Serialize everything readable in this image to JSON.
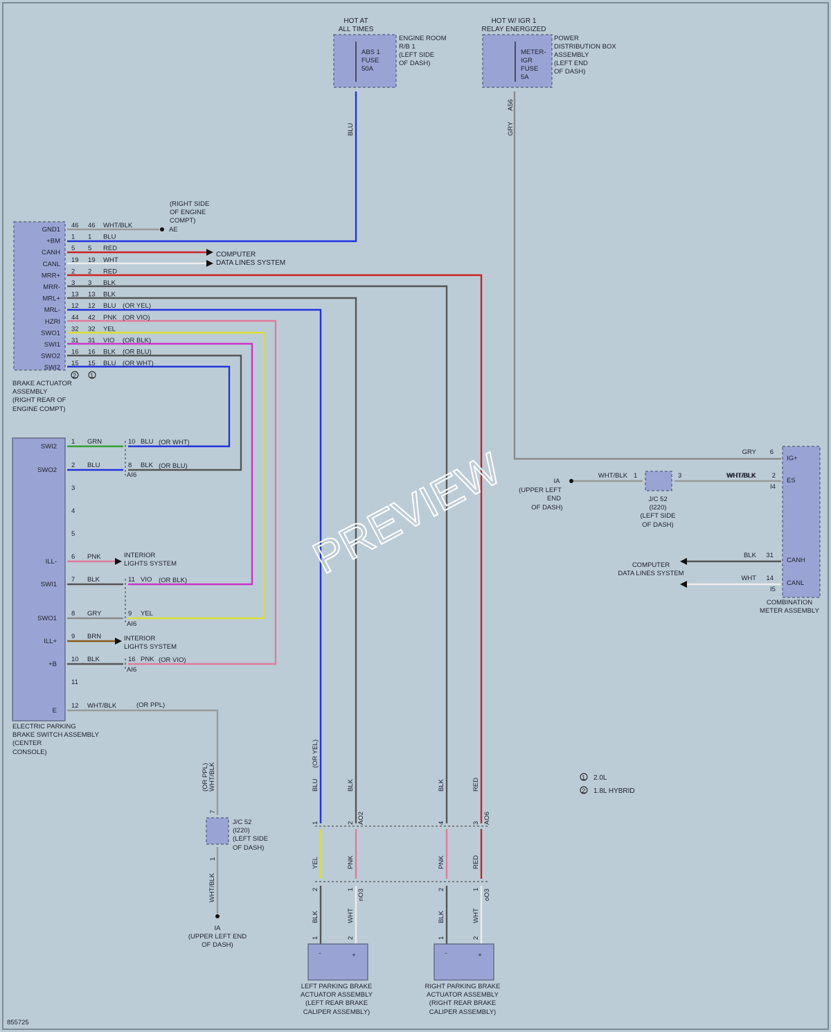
{
  "fuses": {
    "abs": {
      "supply": [
        "HOT AT",
        "ALL TIMES"
      ],
      "label": [
        "ABS 1",
        "FUSE",
        "50A"
      ],
      "location": [
        "ENGINE ROOM",
        "R/B 1",
        "(LEFT SIDE",
        "OF DASH)"
      ]
    },
    "meter": {
      "supply": [
        "HOT W/ IGR 1",
        "RELAY ENERGIZED"
      ],
      "label": [
        "METER-",
        "IGR",
        "FUSE",
        "5A"
      ],
      "location": [
        "POWER",
        "DISTRIBUTION BOX",
        "ASSEMBLY",
        "(LEFT END",
        "OF DASH)"
      ],
      "connector": "A56"
    }
  },
  "brake_actuator": {
    "terminals": [
      "GND1",
      "+BM",
      "CANH",
      "CANL",
      "MRR+",
      "MRR-",
      "MRL+",
      "MRL-",
      "HZRI",
      "SWO1",
      "SWI1",
      "SWO2",
      "SWI2"
    ],
    "pins": [
      {
        "a": "46",
        "b": "46",
        "color": "WHT/BLK",
        "alt": ""
      },
      {
        "a": "1",
        "b": "1",
        "color": "BLU",
        "alt": ""
      },
      {
        "a": "5",
        "b": "5",
        "color": "RED",
        "alt": ""
      },
      {
        "a": "19",
        "b": "19",
        "color": "WHT",
        "alt": ""
      },
      {
        "a": "2",
        "b": "2",
        "color": "RED",
        "alt": ""
      },
      {
        "a": "3",
        "b": "3",
        "color": "BLK",
        "alt": ""
      },
      {
        "a": "13",
        "b": "13",
        "color": "BLK",
        "alt": ""
      },
      {
        "a": "12",
        "b": "12",
        "color": "BLU",
        "alt": "(OR YEL)"
      },
      {
        "a": "44",
        "b": "42",
        "color": "PNK",
        "alt": "(OR VIO)"
      },
      {
        "a": "32",
        "b": "32",
        "color": "YEL",
        "alt": ""
      },
      {
        "a": "31",
        "b": "31",
        "color": "VIO",
        "alt": "(OR BLK)"
      },
      {
        "a": "16",
        "b": "16",
        "color": "BLK",
        "alt": "(OR BLU)"
      },
      {
        "a": "15",
        "b": "15",
        "color": "BLU",
        "alt": "(OR WHT)"
      }
    ],
    "name": [
      "BRAKE ACTUATOR",
      "ASSEMBLY",
      "(RIGHT REAR OF",
      "ENGINE COMPT)"
    ],
    "variant_marks": [
      "2",
      "1"
    ]
  },
  "ground_ae": {
    "label": "AE",
    "location": [
      "(RIGHT SIDE",
      "OF ENGINE",
      "COMPT)"
    ]
  },
  "computer_data_lines": [
    "COMPUTER",
    "DATA LINES SYSTEM"
  ],
  "epb_switch": {
    "terminals": [
      "SWI2",
      "SWO2",
      "",
      "",
      "",
      "ILL-",
      "SWI1",
      "SWO1",
      "ILL+",
      "+B",
      "",
      "E"
    ],
    "pins": [
      {
        "pin": "1",
        "color": "GRN"
      },
      {
        "pin": "2",
        "color": "BLU"
      },
      {
        "pin": "3",
        "color": ""
      },
      {
        "pin": "4",
        "color": ""
      },
      {
        "pin": "5",
        "color": ""
      },
      {
        "pin": "6",
        "color": "PNK"
      },
      {
        "pin": "7",
        "color": "BLK"
      },
      {
        "pin": "8",
        "color": "GRY"
      },
      {
        "pin": "9",
        "color": "BRN"
      },
      {
        "pin": "10",
        "color": "BLK"
      },
      {
        "pin": "11",
        "color": ""
      },
      {
        "pin": "12",
        "color": "WHT/BLK"
      }
    ],
    "ground_alt": "(OR PPL)",
    "name": [
      "ELECTRIC PARKING",
      "BRAKE SWITCH ASSEMBLY",
      "(CENTER",
      "CONSOLE)"
    ]
  },
  "ai6_joints": [
    {
      "pin": "10",
      "color": "BLU",
      "alt": "(OR WHT)"
    },
    {
      "pin": "8",
      "color": "BLK",
      "alt": "(OR BLU)"
    },
    {
      "pin": "11",
      "color": "VIO",
      "alt": "(OR BLK)"
    },
    {
      "pin": "9",
      "color": "YEL",
      "alt": ""
    },
    {
      "pin": "16",
      "color": "PNK",
      "alt": "(OR VIO)"
    }
  ],
  "connector_ai6": "AI6",
  "interior_lights": [
    "INTERIOR",
    "LIGHTS SYSTEM"
  ],
  "combination_meter": {
    "terminals": [
      "IG+",
      "ES",
      "CANH",
      "CANL"
    ],
    "pins": [
      {
        "pin": "6",
        "color": "GRY"
      },
      {
        "pin": "2",
        "color": "WHT/BLK"
      },
      {
        "pin": "31",
        "color": "BLK"
      },
      {
        "pin": "14",
        "color": "WHT"
      }
    ],
    "connectors": [
      "I4",
      "I5"
    ],
    "name": [
      "COMBINATION",
      "METER ASSEMBLY"
    ]
  },
  "jc52": {
    "name": [
      "J/C 52",
      "(I220)",
      "(LEFT SIDE",
      "OF DASH)"
    ],
    "pins_top": [
      "1",
      "3"
    ],
    "pins_bottom": [
      "7",
      "1"
    ]
  },
  "ground_ia": {
    "label": "IA",
    "location": [
      "(UPPER LEFT",
      "END",
      "OF DASH)"
    ],
    "location_bottom": [
      "(UPPER LEFT END",
      "OF DASH)"
    ]
  },
  "vertical_labels": {
    "blu_fuse": "BLU",
    "gry_meter": "GRY",
    "whtblk_meter": "WHT/BLK",
    "left_upper": [
      "BLU",
      "(OR YEL)",
      "BLK"
    ],
    "right_upper": [
      "BLK",
      "RED"
    ],
    "left_mid": [
      "YEL",
      "PNK"
    ],
    "right_mid": [
      "PNK",
      "RED"
    ],
    "left_low": [
      "BLK",
      "WHT"
    ],
    "right_low": [
      "BLK",
      "WHT"
    ],
    "epb_ground": [
      "(OR PPL)",
      "WHT/BLK"
    ],
    "ia_ground": "WHT/BLK"
  },
  "pin_labels": {
    "left_upper": [
      "1",
      "2"
    ],
    "right_upper": [
      "4",
      "3"
    ],
    "left_low": [
      "2",
      "1"
    ],
    "right_low": [
      "2",
      "1"
    ],
    "left_act": [
      "1",
      "2"
    ],
    "right_act": [
      "1",
      "2"
    ]
  },
  "connector_labels": {
    "ao2": "AO2",
    "ao6": "AO6",
    "no3": "nO3",
    "oo3": "oO3"
  },
  "actuators": {
    "left": {
      "name": [
        "LEFT PARKING BRAKE",
        "ACTUATOR ASSEMBLY",
        "(LEFT REAR BRAKE",
        "CALIPER ASSEMBLY)"
      ],
      "terminals": [
        "-",
        "+"
      ]
    },
    "right": {
      "name": [
        "RIGHT PARKING BRAKE",
        "ACTUATOR ASSEMBLY",
        "(RIGHT REAR BRAKE",
        "CALIPER ASSEMBLY)"
      ],
      "terminals": [
        "-",
        "+"
      ]
    }
  },
  "legend": [
    {
      "mark": "1",
      "text": "2.0L"
    },
    {
      "mark": "2",
      "text": "1.8L HYBRID"
    }
  ],
  "watermark": "PREVIEW",
  "figure_id": "855725",
  "colors": {
    "BLU": "#2233dd",
    "RED": "#cc2222",
    "BLK": "#555555",
    "WHT": "#ececec",
    "PNK": "#e07a9a",
    "YEL": "#dddd33",
    "VIO": "#cc33cc",
    "GRY": "#8a8a8a",
    "GRN": "#33a033",
    "BRN": "#8a5a1a",
    "WHT/BLK": "#999999"
  }
}
